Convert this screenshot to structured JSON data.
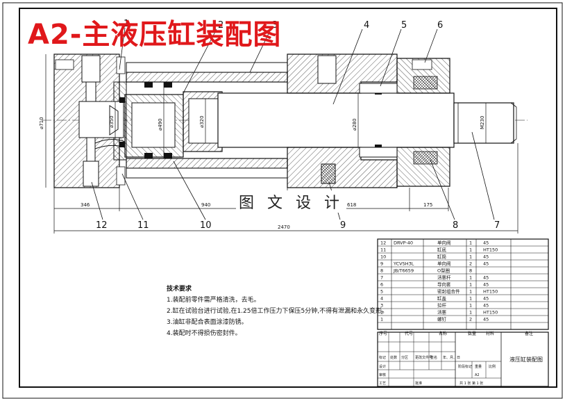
{
  "title": "A2-主液压缸装配图",
  "watermark": "图 文 设 计",
  "balloons": [
    "1",
    "2",
    "3",
    "4",
    "5",
    "6",
    "7",
    "8",
    "9",
    "10",
    "11",
    "12"
  ],
  "dimensions": {
    "outer_diameter": "⌀710",
    "d_bore": "⌀490",
    "d_rod": "⌀280",
    "d_320": "⌀320",
    "d_350": "⌀350",
    "d_tip": "M230",
    "len_346": "346",
    "len_940": "940",
    "len_618": "618",
    "len_175": "175",
    "len_total": "2470"
  },
  "requirements": {
    "title": "技术要求",
    "lines": [
      "1.装配前零件需严格清洗，去毛。",
      "2.缸在试验台进行试验,在1.25倍工作压力下保压5分钟,不得有泄漏和永久变形。",
      "3.油缸非配合表面涂漆防锈。",
      "4.装配时不得损伤密封件。"
    ]
  },
  "parts": [
    {
      "no": "12",
      "code": "DRVP-40",
      "name": "单向阀",
      "qty": "1",
      "material": "45"
    },
    {
      "no": "11",
      "code": "",
      "name": "缸底",
      "qty": "1",
      "material": "HT150"
    },
    {
      "no": "10",
      "code": "",
      "name": "缸筒",
      "qty": "1",
      "material": "45"
    },
    {
      "no": "9",
      "code": "YCVSH3L",
      "name": "单向阀",
      "qty": "2",
      "material": "45"
    },
    {
      "no": "8",
      "code": "JB/T6659",
      "name": "O型圈",
      "qty": "8",
      "material": ""
    },
    {
      "no": "7",
      "code": "",
      "name": "活塞杆",
      "qty": "1",
      "material": "45"
    },
    {
      "no": "6",
      "code": "",
      "name": "导向套",
      "qty": "1",
      "material": "45"
    },
    {
      "no": "5",
      "code": "",
      "name": "密封组合件",
      "qty": "1",
      "material": "HT150"
    },
    {
      "no": "4",
      "code": "",
      "name": "缸盖",
      "qty": "1",
      "material": "45"
    },
    {
      "no": "3",
      "code": "",
      "name": "拉杆",
      "qty": "1",
      "material": "45"
    },
    {
      "no": "2",
      "code": "",
      "name": "活塞",
      "qty": "1",
      "material": "HT150"
    },
    {
      "no": "1",
      "code": "",
      "name": "螺钉",
      "qty": "2",
      "material": "45"
    }
  ],
  "table_headers": [
    "序号",
    "代号",
    "名称",
    "数量",
    "材料",
    "备注"
  ],
  "title_block": {
    "drawing_name": "液压缸装配图",
    "left_labels": [
      "标记",
      "处数",
      "分区",
      "更改文件号",
      "签名",
      "年、月、日"
    ],
    "row_labels": [
      "设计",
      "审核",
      "工艺",
      "批准"
    ],
    "stage": "阶段标记",
    "weight": "重量",
    "scale": "比例",
    "scale_value": "A2",
    "sheet": "共 1 张 第 1 张"
  }
}
